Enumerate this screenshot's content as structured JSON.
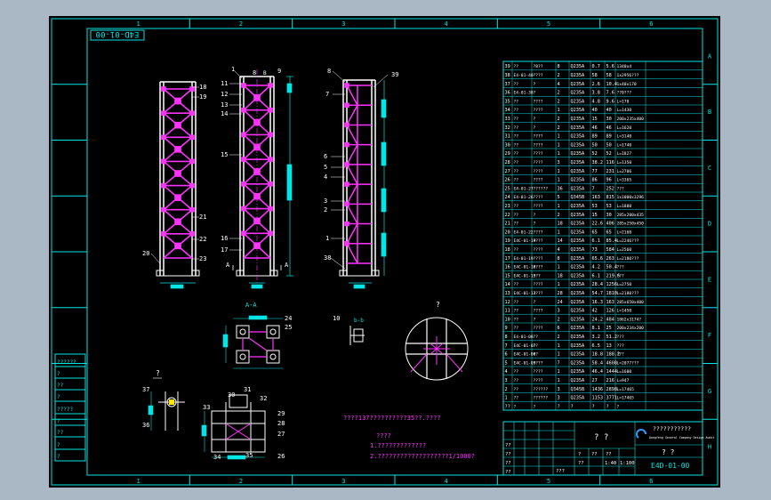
{
  "drawing_no": "E4D-01-00",
  "drawing_no_stamp": "E4D-01-00",
  "col_labels": [
    "1",
    "2",
    "3",
    "4",
    "5",
    "6"
  ],
  "row_labels": [
    "A",
    "B",
    "C",
    "D",
    "E",
    "F",
    "G",
    "H"
  ],
  "colors": {
    "background": "#000000",
    "frame": "#00e5e5",
    "member": "#ff33ff",
    "part": "#ffffff",
    "dimension": "#00e5e5",
    "note": "#ff33ff"
  },
  "views": {
    "left_callouts": [
      "18",
      "19",
      "21",
      "22",
      "23",
      "20"
    ],
    "front_callouts": [
      "1",
      "8",
      "9",
      "11",
      "12",
      "13",
      "14",
      "15",
      "16",
      "17"
    ],
    "side_callouts": [
      "8",
      "39",
      "7",
      "6",
      "5",
      "4",
      "3",
      "2",
      "1",
      "38"
    ],
    "section_label": "A-A",
    "section_marker": "A",
    "section_callouts": [
      "24",
      "25"
    ],
    "detail_marker": "?",
    "detail_callouts": [
      "37",
      "36"
    ],
    "base_callouts": [
      "30",
      "31",
      "32",
      "33",
      "34",
      "35",
      "26",
      "27",
      "28",
      "29"
    ],
    "bd_label": "b-b",
    "bd_callout": "10"
  },
  "notes": {
    "main": "????137??????????35??.????",
    "title": "????",
    "line1": "1.?????????????",
    "line2": "2.???????????????????1/1000?"
  },
  "bom": {
    "rows": [
      [
        "39",
        "??",
        "?8??",
        "8",
        "Q235A",
        "0.7",
        "5.6",
        "1340x4"
      ],
      [
        "38",
        "E4-01-40",
        "????",
        "2",
        "Q235A",
        "58",
        "58",
        "1x2956???"
      ],
      [
        "37",
        "??",
        "?",
        "4",
        "Q235A",
        "2.6",
        "10.4",
        "1x40x170"
      ],
      [
        "36",
        "E4-01-38",
        "?",
        "2",
        "Q235A",
        "3.8",
        "7.6",
        "??0???"
      ],
      [
        "35",
        "??",
        "????",
        "2",
        "Q235A",
        "4.8",
        "9.6",
        "L=170"
      ],
      [
        "34",
        "??",
        "????",
        "1",
        "Q235A",
        "40",
        "40",
        "L=1430"
      ],
      [
        "33",
        "??",
        "?",
        "2",
        "Q235A",
        "15",
        "30",
        "200x235x400"
      ],
      [
        "32",
        "??",
        "?",
        "2",
        "Q235A",
        "46",
        "46",
        "L=1620"
      ],
      [
        "31",
        "??",
        "????",
        "1",
        "Q235A",
        "89",
        "89",
        "L=3140"
      ],
      [
        "30",
        "??",
        "????",
        "1",
        "Q235A",
        "50",
        "50",
        "L=1740"
      ],
      [
        "29",
        "??",
        "????",
        "1",
        "Q235A",
        "52",
        "52",
        "L=1827"
      ],
      [
        "28",
        "??",
        "????",
        "3",
        "Q235A",
        "38.2",
        "116",
        "L=1350"
      ],
      [
        "27",
        "??",
        "????",
        "1",
        "Q235A",
        "77",
        "231",
        "L=2706"
      ],
      [
        "26",
        "??",
        "????",
        "1",
        "Q235A",
        "86",
        "96",
        "L=3365"
      ],
      [
        "25",
        "E4-01-27",
        "??????",
        "36",
        "Q235A",
        "7",
        "252",
        "???"
      ],
      [
        "24",
        "E4-01-26",
        "????",
        "5",
        "Q345B",
        "163",
        "815",
        "1x1000x3296"
      ],
      [
        "23",
        "??",
        "????",
        "1",
        "Q235A",
        "53",
        "53",
        "L=1880"
      ],
      [
        "22",
        "??",
        "?",
        "2",
        "Q235A",
        "15",
        "30",
        "285x200x435"
      ],
      [
        "21",
        "??",
        "?",
        "18",
        "Q235A",
        "22.6",
        "406",
        "285x250x450"
      ],
      [
        "20",
        "E4-01-22",
        "????",
        "1",
        "Q235A",
        "65",
        "65",
        "L=2160"
      ],
      [
        "19",
        "E4C-01-19",
        "????",
        "14",
        "Q235A",
        "6.1",
        "85.4",
        "L=2246???"
      ],
      [
        "18",
        "??",
        "????",
        "4",
        "Q235A",
        "73",
        "584",
        "L=2560"
      ],
      [
        "17",
        "E4-01-19",
        "????",
        "8",
        "Q235A",
        "65.6",
        "263",
        "L=2180???"
      ],
      [
        "16",
        "E4C-01-16",
        "????",
        "1",
        "Q235A",
        "4.2",
        "50.4",
        "???"
      ],
      [
        "15",
        "E4C-01-15",
        "???",
        "18",
        "Q235A",
        "6.1",
        "219.6",
        "???"
      ],
      [
        "14",
        "??",
        "????",
        "1",
        "Q235A",
        "28.4",
        "1256",
        "L=2750"
      ],
      [
        "13",
        "E4C-01-13",
        "????",
        "28",
        "Q235A",
        "54.7",
        "1810",
        "L=2180???"
      ],
      [
        "12",
        "??",
        "?",
        "24",
        "Q235A",
        "16.3",
        "163",
        "285x650x400"
      ],
      [
        "11",
        "??",
        "????",
        "3",
        "Q235A",
        "42",
        "126",
        "L=1450"
      ],
      [
        "10",
        "??",
        "?",
        "2",
        "Q235A",
        "24.2",
        "484",
        "1862x3174?"
      ],
      [
        "9",
        "??",
        "????",
        "6",
        "Q235A",
        "8.1",
        "25",
        "200x234x200"
      ],
      [
        "8",
        "E4-01-08",
        "??",
        "2",
        "Q235A",
        "3.2",
        "51.2",
        "???"
      ],
      [
        "7",
        "E4C-01-07",
        "??",
        "1",
        "Q235A",
        "6.5",
        "13",
        "???"
      ],
      [
        "6",
        "E4C-01-06",
        "??",
        "1",
        "Q235A",
        "18.8",
        "188.2",
        "???"
      ],
      [
        "5",
        "E4C-01-05",
        "????",
        "7",
        "Q235A",
        "58.4",
        "4608",
        "L=2077???"
      ],
      [
        "4",
        "??",
        "????",
        "1",
        "Q235A",
        "46.4",
        "1444",
        "L=1600"
      ],
      [
        "3",
        "??",
        "????",
        "1",
        "Q235A",
        "27",
        "216",
        "L=947"
      ],
      [
        "2",
        "??",
        "??????",
        "3",
        "Q345B",
        "1436",
        "2898",
        "L=17465"
      ],
      [
        "1",
        "??",
        "??????",
        "3",
        "Q235A",
        "1153",
        "3771",
        "L=17465"
      ]
    ],
    "header": [
      "??",
      "?",
      "?",
      "?",
      "?",
      "?",
      "?",
      "?"
    ]
  },
  "title_block": {
    "left_codes": [
      "??",
      "??",
      "??",
      "??",
      "??",
      "??"
    ],
    "center_title": "? ?",
    "company_cn": "???????????",
    "company_en": "Dongfeng General Company Design Audit",
    "right_title": "? ?",
    "drawing_no": "E4D-01-00",
    "scale_row": [
      "??",
      "1:40",
      "1:100"
    ],
    "sheet_label": "???",
    "col_heads": [
      "?",
      "??",
      "??"
    ]
  },
  "revision_boxes": [
    "??????",
    "?",
    "??",
    "?",
    "?????",
    "?",
    "??",
    "?",
    "?"
  ]
}
